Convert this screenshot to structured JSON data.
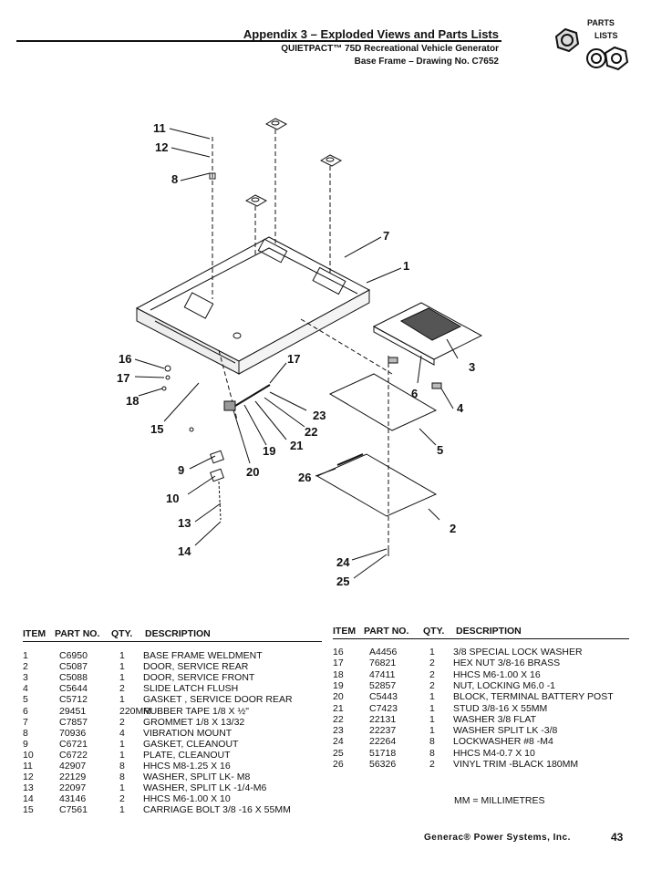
{
  "header": {
    "title": "Appendix 3 – Exploded Views and Parts Lists",
    "subtitle": "QUIETPACT™ 75D Recreational Vehicle Generator",
    "drawing": "Base Frame – Drawing No. C7652",
    "badge_top": "PARTS",
    "badge_bottom": "LISTS"
  },
  "callouts": [
    "11",
    "12",
    "8",
    "7",
    "1",
    "3",
    "4",
    "6",
    "5",
    "2",
    "16",
    "17",
    "18",
    "15",
    "17",
    "23",
    "22",
    "21",
    "19",
    "20",
    "9",
    "10",
    "13",
    "14",
    "26",
    "24",
    "25"
  ],
  "table": {
    "headers": {
      "item": "ITEM",
      "part": "PART NO.",
      "qty": "QTY.",
      "desc": "DESCRIPTION"
    },
    "left": [
      {
        "item": "1",
        "part": "C6950",
        "qty": "1",
        "desc": "BASE FRAME WELDMENT"
      },
      {
        "item": "2",
        "part": "C5087",
        "qty": "1",
        "desc": "DOOR, SERVICE REAR"
      },
      {
        "item": "3",
        "part": "C5088",
        "qty": "1",
        "desc": "DOOR, SERVICE FRONT"
      },
      {
        "item": "4",
        "part": "C5644",
        "qty": "2",
        "desc": "SLIDE LATCH FLUSH"
      },
      {
        "item": "5",
        "part": "C5712",
        "qty": "1",
        "desc": "GASKET , SERVICE DOOR REAR"
      },
      {
        "item": "6",
        "part": "29451",
        "qty": "220MM",
        "desc": "RUBBER TAPE 1/8 X ½\""
      },
      {
        "item": "7",
        "part": "C7857",
        "qty": "2",
        "desc": "GROMMET 1/8 X 13/32"
      },
      {
        "item": "8",
        "part": "70936",
        "qty": "4",
        "desc": "VIBRATION MOUNT"
      },
      {
        "item": "9",
        "part": "C6721",
        "qty": "1",
        "desc": "GASKET, CLEANOUT"
      },
      {
        "item": "10",
        "part": "C6722",
        "qty": "1",
        "desc": "PLATE, CLEANOUT"
      },
      {
        "item": "11",
        "part": "42907",
        "qty": "8",
        "desc": "HHCS M8-1.25 X 16"
      },
      {
        "item": "12",
        "part": "22129",
        "qty": "8",
        "desc": "WASHER, SPLIT LK- M8"
      },
      {
        "item": "13",
        "part": "22097",
        "qty": "1",
        "desc": "WASHER, SPLIT LK -1/4-M6"
      },
      {
        "item": "14",
        "part": "43146",
        "qty": "2",
        "desc": "HHCS M6-1.00 X 10"
      },
      {
        "item": "15",
        "part": "C7561",
        "qty": "1",
        "desc": "CARRIAGE BOLT 3/8 -16 X 55MM"
      }
    ],
    "right": [
      {
        "item": "16",
        "part": "A4456",
        "qty": "1",
        "desc": "3/8 SPECIAL LOCK WASHER"
      },
      {
        "item": "17",
        "part": "76821",
        "qty": "2",
        "desc": "HEX NUT 3/8-16 BRASS"
      },
      {
        "item": "18",
        "part": "47411",
        "qty": "2",
        "desc": "HHCS M6-1.00 X 16"
      },
      {
        "item": "19",
        "part": "52857",
        "qty": "2",
        "desc": "NUT, LOCKING  M6.0 -1"
      },
      {
        "item": "20",
        "part": "C5443",
        "qty": "1",
        "desc": "BLOCK, TERMINAL BATTERY POST"
      },
      {
        "item": "21",
        "part": "C7423",
        "qty": "1",
        "desc": "STUD 3/8-16 X 55MM"
      },
      {
        "item": "22",
        "part": "22131",
        "qty": "1",
        "desc": "WASHER 3/8 FLAT"
      },
      {
        "item": "23",
        "part": "22237",
        "qty": "1",
        "desc": "WASHER SPLIT LK -3/8"
      },
      {
        "item": "24",
        "part": "22264",
        "qty": "8",
        "desc": "LOCKWASHER #8 -M4"
      },
      {
        "item": "25",
        "part": "51718",
        "qty": "8",
        "desc": "HHCS M4-0.7 X 10"
      },
      {
        "item": "26",
        "part": "56326",
        "qty": "2",
        "desc": "VINYL TRIM -BLACK 180MM"
      }
    ],
    "note": "MM = MILLIMETRES"
  },
  "footer": {
    "company": "Generac® Power Systems, Inc.",
    "page": "43"
  }
}
